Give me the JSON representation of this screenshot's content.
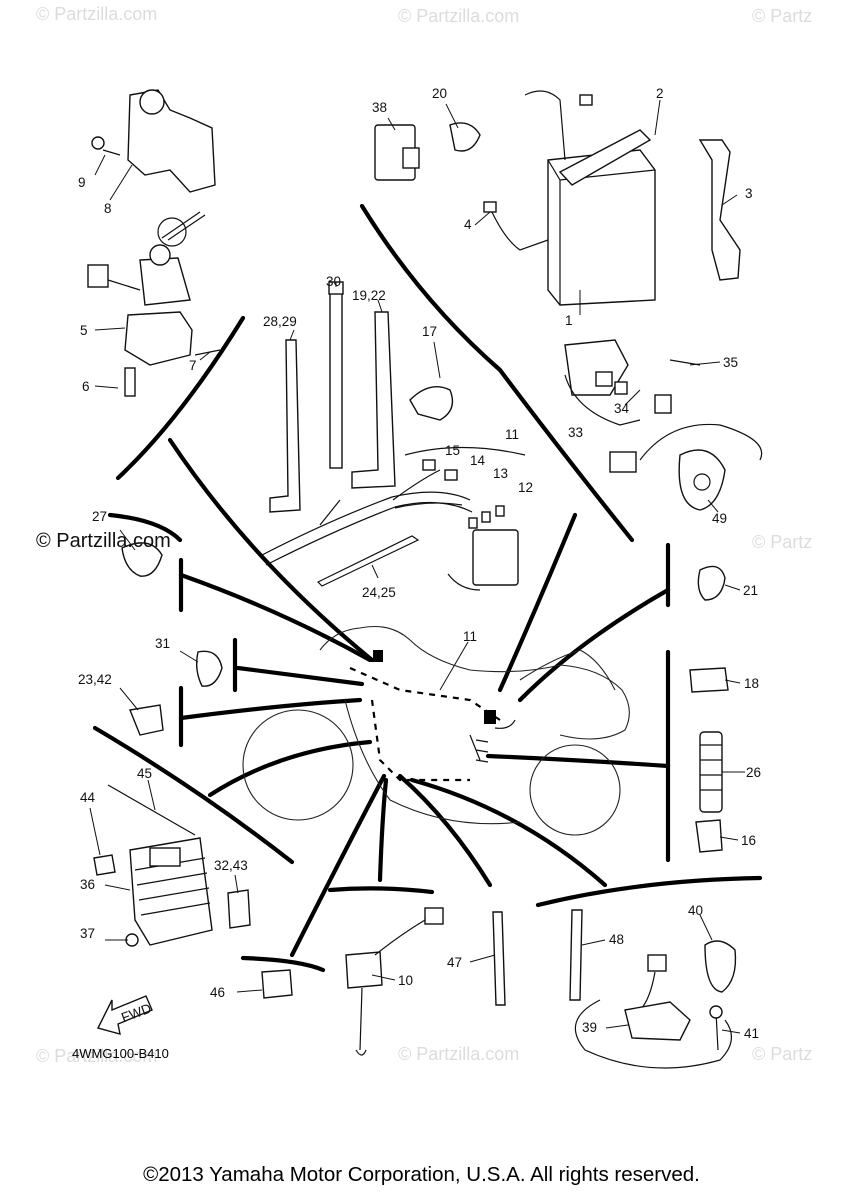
{
  "watermarks": {
    "top_left": "© Partzilla.com",
    "top_center": "© Partzilla.com",
    "top_right": "© Partz",
    "mid_left": "© Partzilla.com",
    "mid_right": "© Partz",
    "bottom_left": "© Partzilla.com",
    "bottom_center": "© Partzilla.com",
    "bottom_right": "© Partz"
  },
  "callouts": {
    "c1": "1",
    "c2": "2",
    "c3": "3",
    "c4": "4",
    "c5": "5",
    "c6": "6",
    "c7": "7",
    "c8": "8",
    "c9": "9",
    "c10": "10",
    "c11a": "11",
    "c11b": "11",
    "c12": "12",
    "c13": "13",
    "c14": "14",
    "c15": "15",
    "c16": "16",
    "c17": "17",
    "c18": "18",
    "c19_22": "19,22",
    "c20": "20",
    "c21": "21",
    "c23_42": "23,42",
    "c24_25": "24,25",
    "c26": "26",
    "c27": "27",
    "c28_29": "28,29",
    "c30": "30",
    "c31": "31",
    "c32_43": "32,43",
    "c33": "33",
    "c34": "34",
    "c35": "35",
    "c36": "36",
    "c37": "37",
    "c38": "38",
    "c39": "39",
    "c40": "40",
    "c41": "41",
    "c44": "44",
    "c45": "45",
    "c46": "46",
    "c47": "47",
    "c48": "48",
    "c49": "49"
  },
  "fwd_label": "FWD",
  "drawing_code": "4WMG100-B410",
  "copyright": "©2013 Yamaha Motor Corporation, U.S.A. All rights reserved."
}
